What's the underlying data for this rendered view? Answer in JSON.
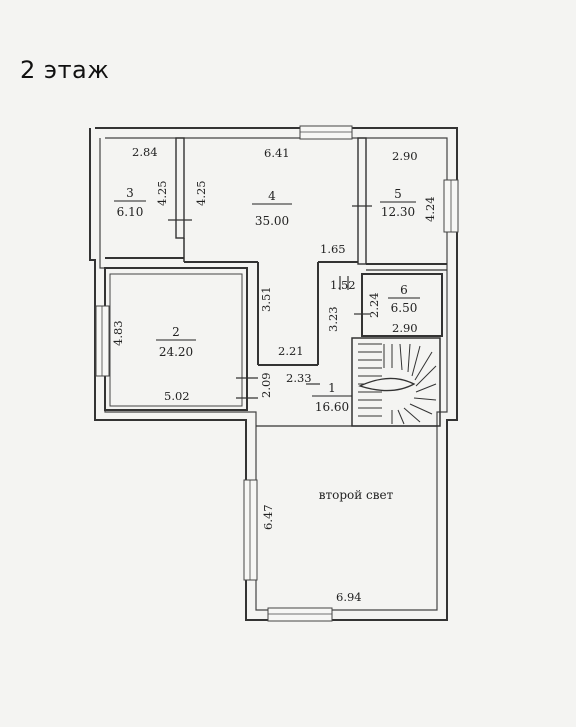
{
  "title": "2 этаж",
  "rooms": [
    {
      "number": "1",
      "area": "16.60"
    },
    {
      "number": "2",
      "area": "24.20"
    },
    {
      "number": "3",
      "area": "6.10"
    },
    {
      "number": "4",
      "area": "35.00"
    },
    {
      "number": "5",
      "area": "12.30"
    },
    {
      "number": "6",
      "area": "6.50"
    }
  ],
  "dimensions": {
    "room3_width": "2.84",
    "room3_height_a": "4.25",
    "room3_height_b": "4.25",
    "room4_width": "6.41",
    "room5_width": "2.90",
    "room5_height": "4.24",
    "hall_top_a": "1.65",
    "hall_top_b": "1.52",
    "room4_ext": "3.51",
    "hall_left": "3.23",
    "room6_height": "2.24",
    "room6_width": "2.90",
    "room2_height": "4.83",
    "room2_width": "5.02",
    "corridor_a": "2.21",
    "corridor_b": "2.33",
    "door_gap": "2.09",
    "void_height": "6.47",
    "void_width": "6.94"
  },
  "void_label": "второй свет"
}
